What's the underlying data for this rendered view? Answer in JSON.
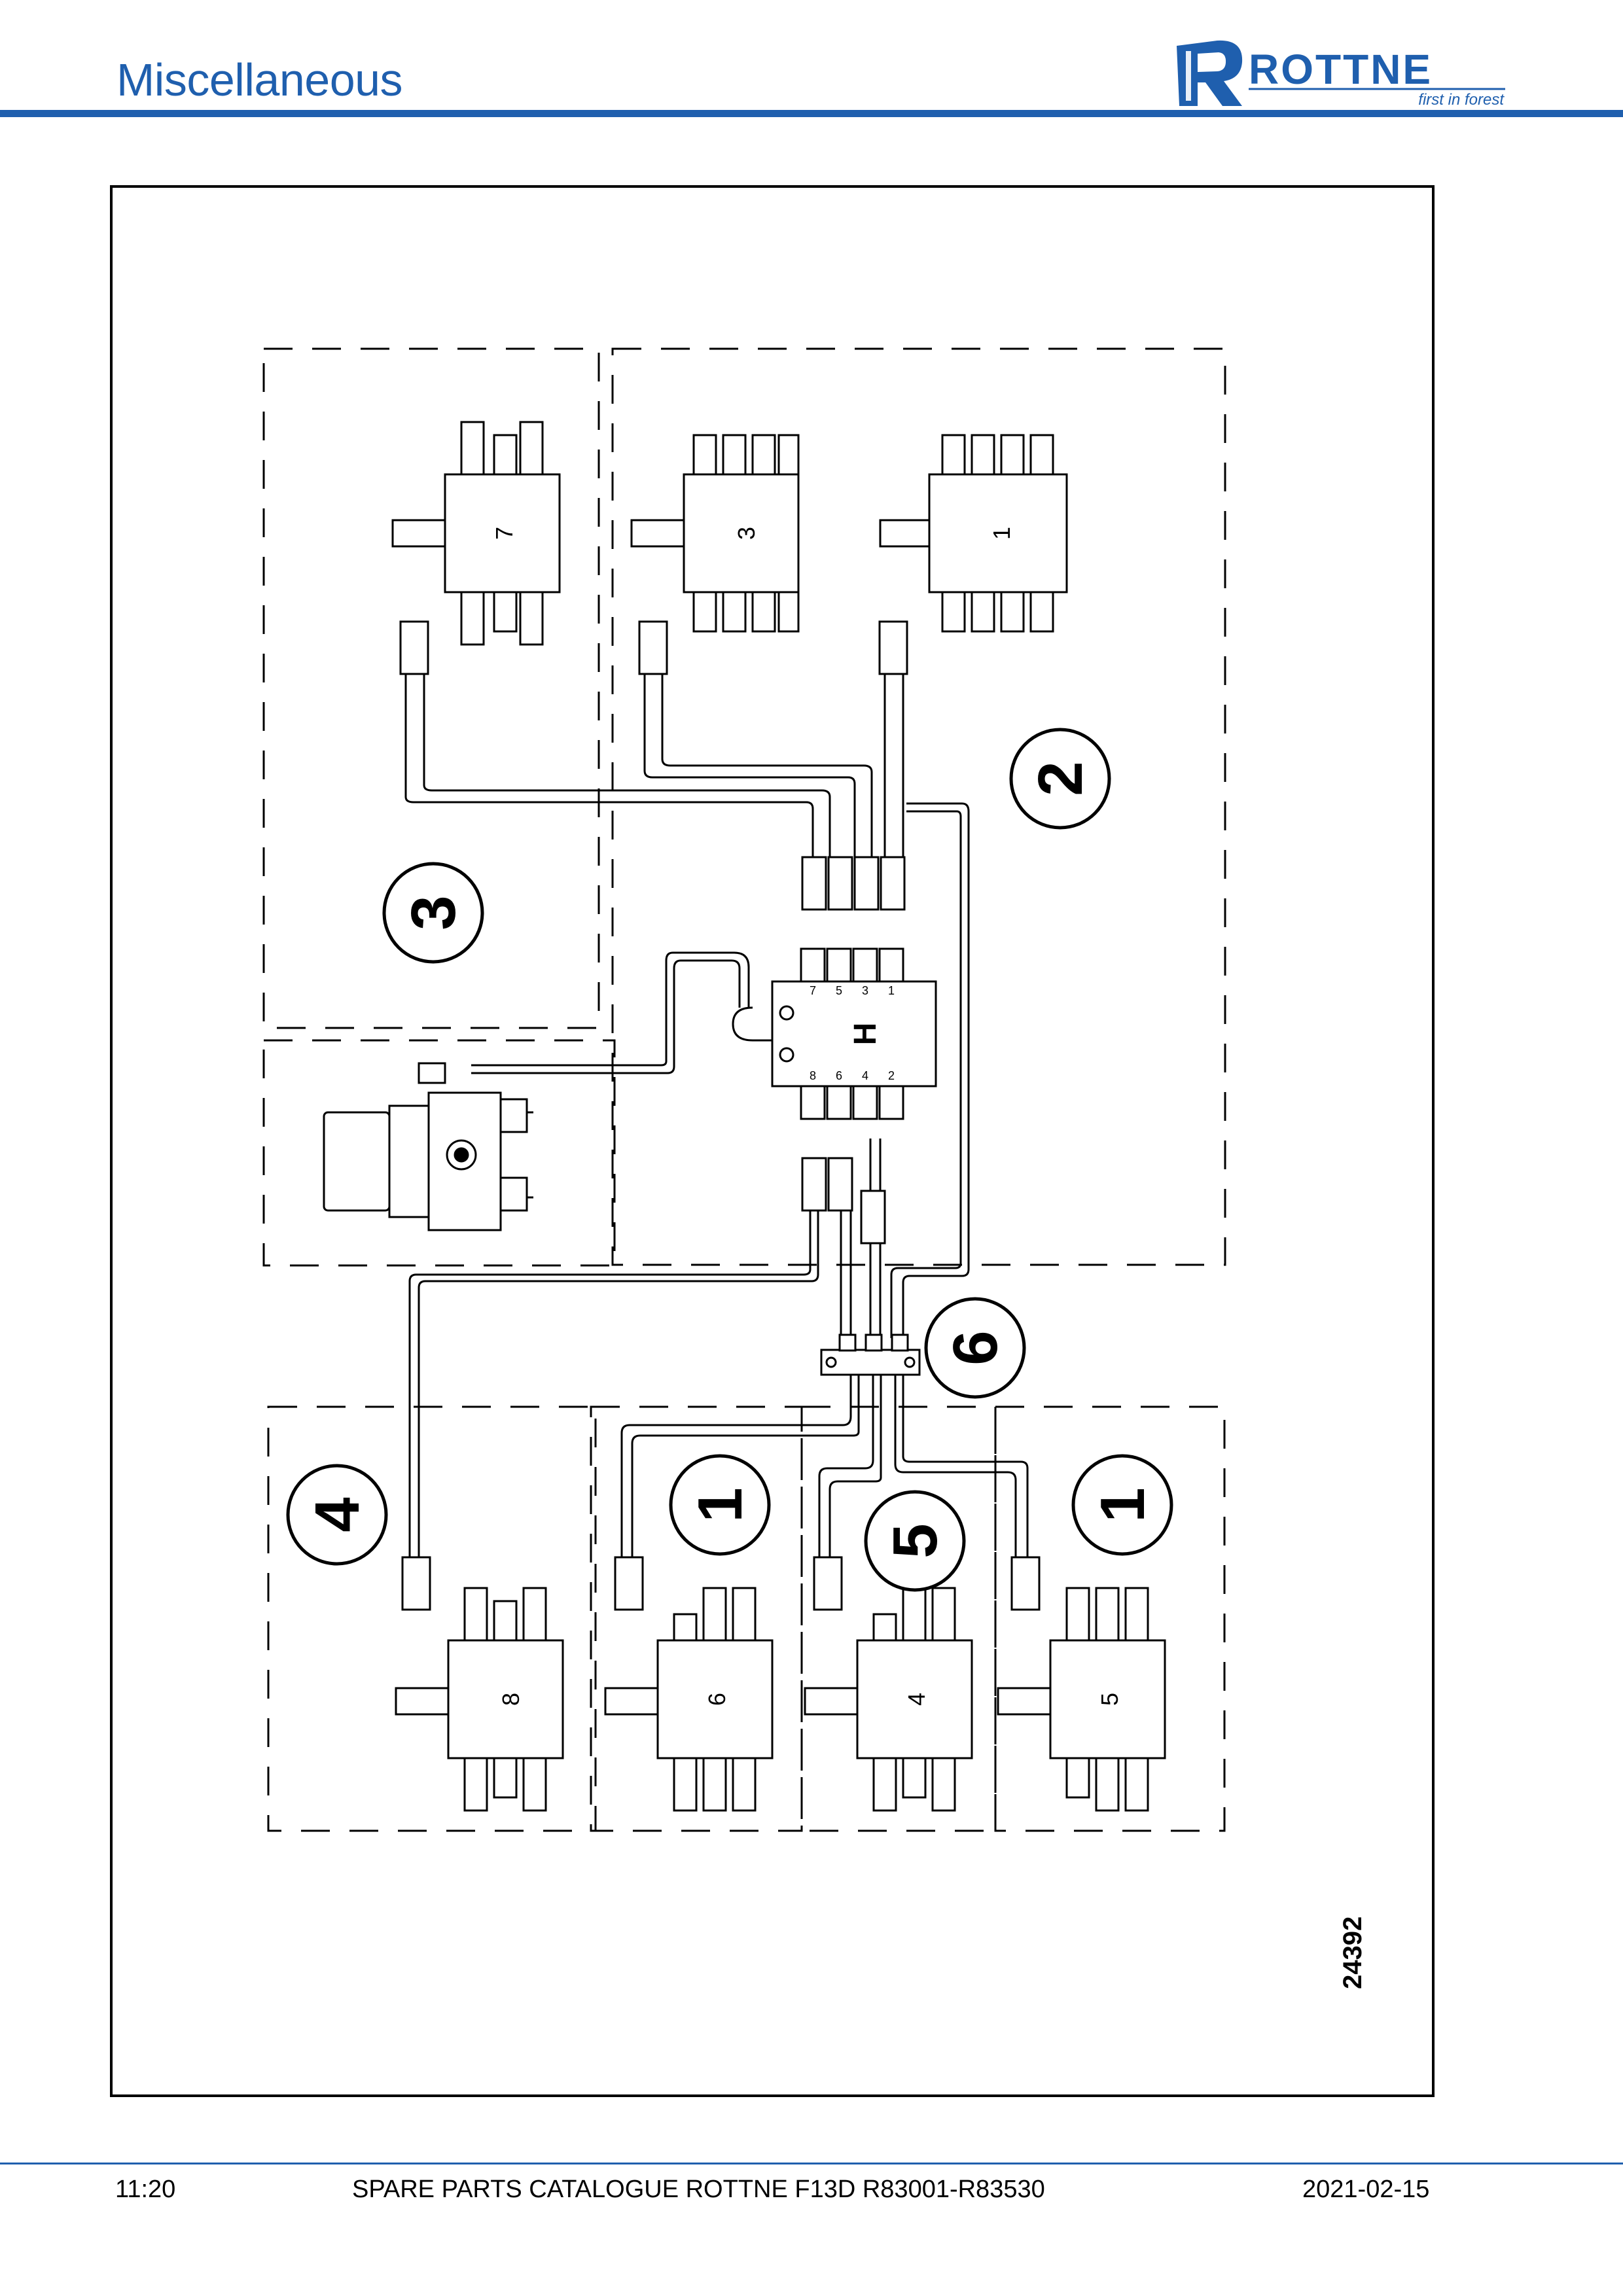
{
  "header": {
    "section_title": "Miscellaneous",
    "brand": "ROTTNE",
    "tagline": "first in forest",
    "brand_color": "#1f5fae"
  },
  "diagram": {
    "drawing_number": "24392",
    "central_block_label": "H",
    "group_labels": [
      "3",
      "2",
      "6",
      "4",
      "1",
      "5",
      "1"
    ],
    "distributor_labels": [
      "7",
      "3",
      "1",
      "8",
      "6",
      "4",
      "5"
    ],
    "port_numbers": [
      "1",
      "2",
      "3",
      "4",
      "5",
      "6",
      "7",
      "8"
    ]
  },
  "footer": {
    "page": "11:20",
    "catalogue": "SPARE PARTS CATALOGUE ROTTNE F13D R83001-R83530",
    "date": "2021-02-15"
  }
}
